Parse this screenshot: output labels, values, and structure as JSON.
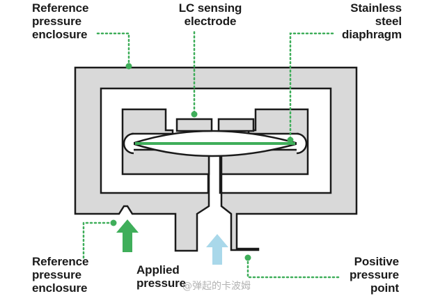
{
  "labels": {
    "ref_top": [
      "Reference",
      "pressure",
      "enclosure"
    ],
    "lc": [
      "LC sensing",
      "electrode"
    ],
    "stainless": [
      "Stainless",
      "steel",
      "diaphragm"
    ],
    "ref_bottom": [
      "Reference",
      "pressure",
      "enclosure"
    ],
    "applied": [
      "Applied",
      "pressure"
    ],
    "positive": [
      "Positive",
      "pressure",
      "point"
    ]
  },
  "watermark": "@弹起的卡波姆",
  "colors": {
    "body_fill": "#d9d9d9",
    "outline": "#1a1a1a",
    "diaphragm": "#3fae5a",
    "leader": "#3fae5a",
    "arrow_applied": "#3fae5a",
    "arrow_positive": "#a9d8ea"
  }
}
